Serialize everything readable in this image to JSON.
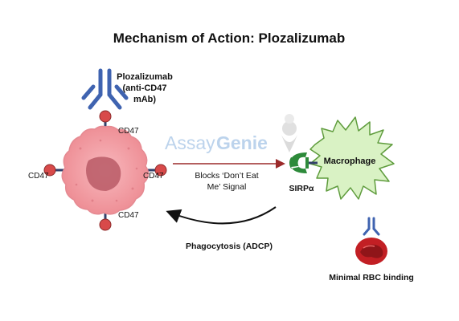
{
  "title": "Mechanism of Action: Plozalizumab",
  "antibody_label_line1": "Plozalizumab",
  "antibody_label_line2": "(anti-CD47",
  "antibody_label_line3": "mAb)",
  "cd47_labels": [
    "CD47",
    "CD47",
    "CD47",
    "CD47"
  ],
  "signal_label_line1": "Blocks ‘Don’t Eat",
  "signal_label_line2": "Me’ Signal",
  "receptor_label": "SIRPα",
  "macrophage_label": "Macrophage",
  "phagocytosis_label": "Phagocytosis (ADCP)",
  "rbc_label": "Minimal RBC binding",
  "watermark_text_1": "Assay",
  "watermark_text_2": "Genie",
  "colors": {
    "antibody": "#3f63b0",
    "cd47_node": "#d84a4a",
    "tumor_outer": "#f2a1a6",
    "tumor_nucleus": "#b85a66",
    "macrophage": "#d9f2c4",
    "macrophage_edge": "#5f9c3d",
    "sirpa": "#2d8a3a",
    "arrow_red": "#9b2a2a",
    "rbc": "#c21f24",
    "watermark": "#a6c5e6"
  },
  "icons": [
    "antibody-icon",
    "cancer-cell-icon",
    "macrophage-icon",
    "sirpa-receptor-icon",
    "red-blood-cell-icon",
    "genie-logo-icon"
  ]
}
